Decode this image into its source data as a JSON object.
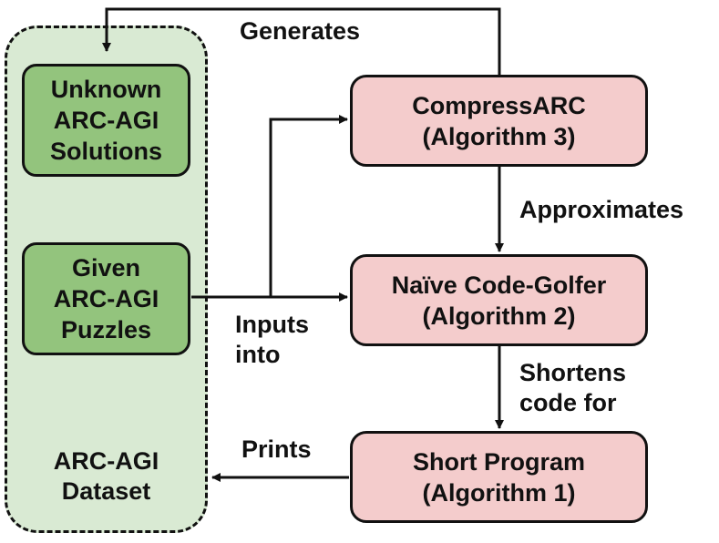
{
  "dataset": {
    "label_lines": [
      "ARC-AGI",
      "Dataset"
    ],
    "solutions_lines": [
      "Unknown",
      "ARC-AGI",
      "Solutions"
    ],
    "puzzles_lines": [
      "Given",
      "ARC-AGI",
      "Puzzles"
    ]
  },
  "algorithms": {
    "compressarc": {
      "name": "CompressARC",
      "ref": "(Algorithm 3)"
    },
    "code_golfer": {
      "name": "Naïve Code-Golfer",
      "ref": "(Algorithm 2)"
    },
    "short_program": {
      "name": "Short Program",
      "ref": "(Algorithm 1)"
    }
  },
  "edges": {
    "generates": "Generates",
    "approximates": "Approximates",
    "inputs_into_lines": [
      "Inputs",
      "into"
    ],
    "shortens_lines": [
      "Shortens",
      "code for"
    ],
    "prints": "Prints"
  },
  "colors": {
    "dataset_fill": "#d9ead3",
    "dataset_node_fill": "#93c47d",
    "algorithm_fill": "#f4cccc",
    "stroke": "#111111"
  }
}
